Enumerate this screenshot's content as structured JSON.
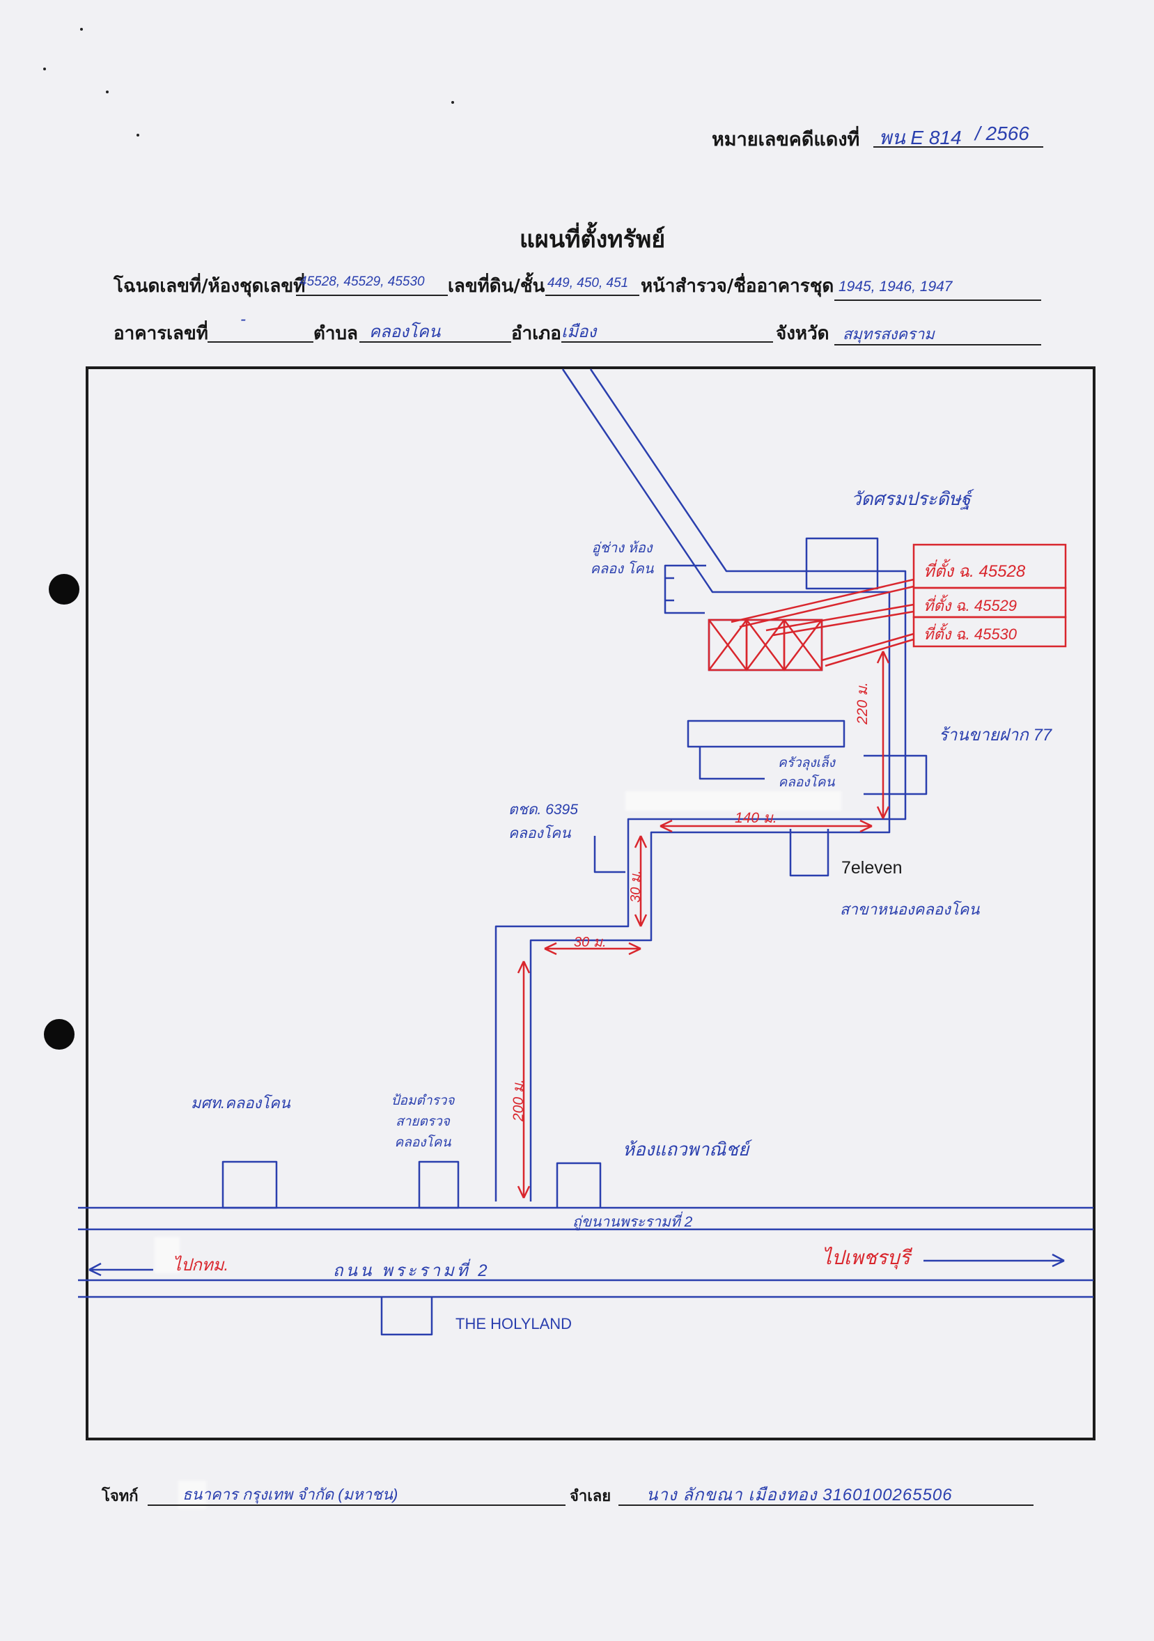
{
  "header": {
    "case_label": "หมายเลขคดีแดงที่",
    "case_number": "พน E 814",
    "case_year": "/ 2566",
    "title": "แผนที่ตั้งทรัพย์"
  },
  "fields": {
    "deed_label": "โฉนดเลขที่/ห้องชุดเลขที่",
    "deed_value": "45528, 45529, 45530",
    "land_label": "เลขที่ดิน/ชั้น",
    "land_value": "449, 450, 451",
    "survey_label": "หน้าสำรวจ/ชื่ออาคารชุด",
    "survey_value": "1945, 1946, 1947",
    "building_label": "อาคารเลขที่",
    "building_value": "-",
    "subdistrict_label": "ตำบล",
    "subdistrict_value": "คลองโคน",
    "district_label": "อำเภอ",
    "district_value": "เมือง",
    "province_label": "จังหวัด",
    "province_value": "สมุทรสงคราม"
  },
  "map": {
    "temple": "วัดศรมประดิษฐ์",
    "shed": "อู่ช่าง ห้องคลอง โคน",
    "parcel_1": "ที่ตั้ง ฉ. 45528",
    "parcel_2": "ที่ตั้ง ฉ. 45529",
    "parcel_3": "ที่ตั้ง ฉ. 45530",
    "boat_shop": "ร้านขายฝาก 77",
    "kitchen": "ครัวลุงเล็ง คลองโคน",
    "police_box": "ตชด. 6395 คลองโคน",
    "seven_eleven": "7eleven",
    "seven_branch": "สาขาหนองคลองโคน",
    "dist_220": "220 ม.",
    "dist_140": "140 ม.",
    "dist_30a": "30 ม.",
    "dist_30b": "30 ม.",
    "dist_200": "200 ม.",
    "school": "มศท.คลองโคน",
    "police_post": "ป้อมตำรวจ สายตรวจ คลองโคน",
    "shophouse": "ห้องแถวพาณิชย์",
    "frontage_road": "ถู่ขนานพระรามที่ 2",
    "to_bangkok": "ไปกทม.",
    "main_road": "ถนน พระรามที่ 2",
    "to_phetburi": "ไปเพชรบุรี",
    "holyland": "THE HOLYLAND"
  },
  "footer": {
    "plaintiff_label": "โจทก์",
    "plaintiff_value": "ธนาคาร กรุงเทพ จำกัด (มหาชน)",
    "defendant_label": "จำเลย",
    "defendant_value": "นาง ลักขณา เมืองทอง 3160100265506"
  },
  "colors": {
    "pen_blue": "#2a3fae",
    "pen_red": "#d9262d",
    "ink_black": "#161616"
  }
}
